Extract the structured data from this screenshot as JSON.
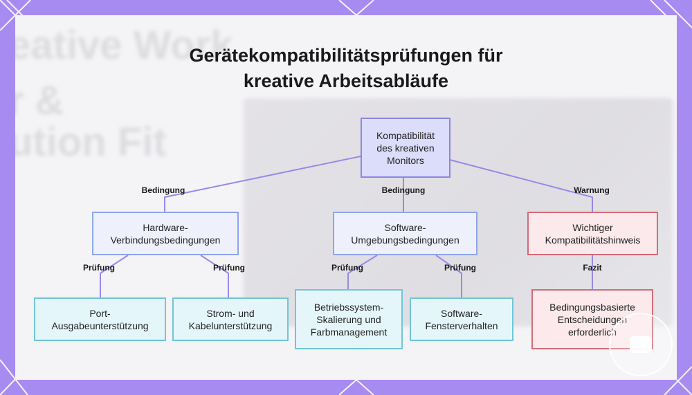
{
  "title": {
    "line1": "Gerätekompatibilitätsprüfungen für",
    "line2": "kreative Arbeitsabläufe"
  },
  "background_text": {
    "line1": "eative Work",
    "line2": "r &",
    "line3": "ution Fit"
  },
  "nodes": {
    "root": "Kompatibilität\ndes kreativen\nMonitors",
    "hardware": "Hardware-\nVerbindungsbedingungen",
    "software": "Software-\nUmgebungsbedingungen",
    "warning": "Wichtiger\nKompatibilitätshinweis",
    "port": "Port-\nAusgabeunterstützung",
    "power": "Strom- und\nKabelunterstützung",
    "os": "Betriebssystem-\nSkalierung und\nFarbmanagement",
    "window": "Software-\nFensterverhalten",
    "decision": "Bedingungsbasierte\nEntscheidungen\nerforderlich"
  },
  "edge_labels": {
    "root_hardware": "Bedingung",
    "root_software": "Bedingung",
    "root_warning": "Warnung",
    "hardware_port": "Prüfung",
    "hardware_power": "Prüfung",
    "software_os": "Prüfung",
    "software_window": "Prüfung",
    "warning_decision": "Fazit"
  },
  "colors": {
    "frame": "#a78bf0",
    "connector": "#9b87e6",
    "root_fill": "#dcdcfb",
    "warning_border": "#d46a78",
    "leaf_border": "#6fc6d9"
  }
}
